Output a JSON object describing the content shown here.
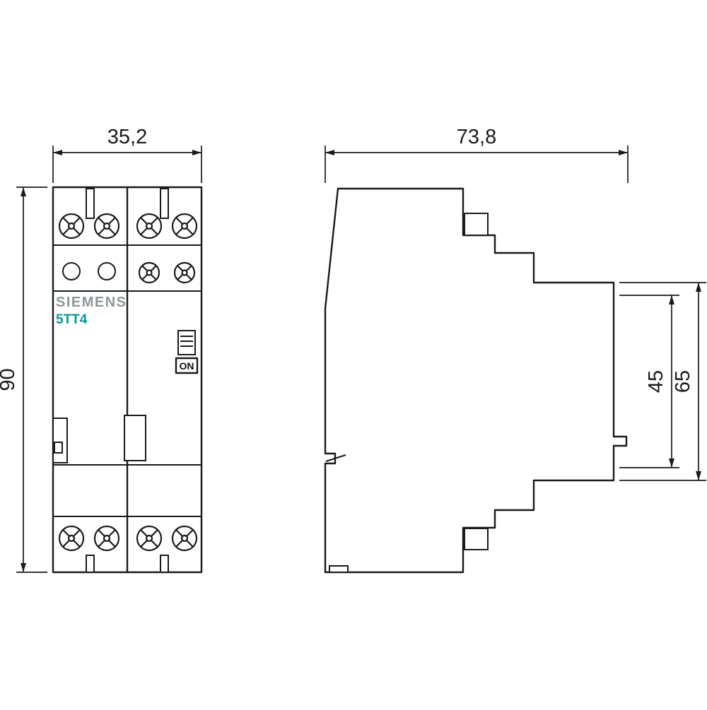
{
  "labels": {
    "front_width": "35,2",
    "front_height": "90",
    "side_depth": "73,8",
    "side_upper_height": "45",
    "side_total_height": "65",
    "brand": "SIEMENS",
    "model": "5TT4",
    "switch_on": "ON"
  },
  "icons": {
    "screw_terminal": "phillips-screw-head-icon",
    "indicator": "round-button-icon",
    "switch": "slide-switch-icon"
  },
  "colors": {
    "line": "#1a1a1a",
    "brand_gray": "#8f9899",
    "model_teal": "#009999",
    "background": "#ffffff"
  }
}
